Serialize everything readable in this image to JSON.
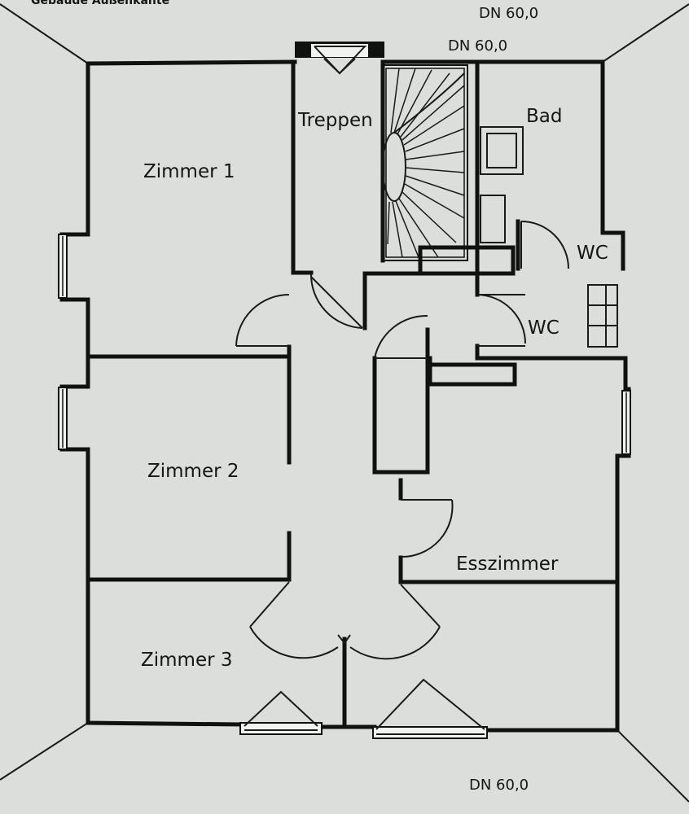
{
  "header": {
    "building_edge": "Gebäude Außenkante",
    "roof_pitch_top_1": "DN 60,0",
    "roof_pitch_top_2": "DN 60,0",
    "roof_pitch_bottom": "DN 60,0"
  },
  "rooms": {
    "zimmer_1": "Zimmer 1",
    "zimmer_2": "Zimmer 2",
    "zimmer_3": "Zimmer 3",
    "treppen": "Treppen",
    "bad": "Bad",
    "wc_1": "WC",
    "wc_2": "WC",
    "esszimmer": "Esszimmer"
  },
  "colors": {
    "background": "#dcdedb",
    "walls": "#111111"
  }
}
